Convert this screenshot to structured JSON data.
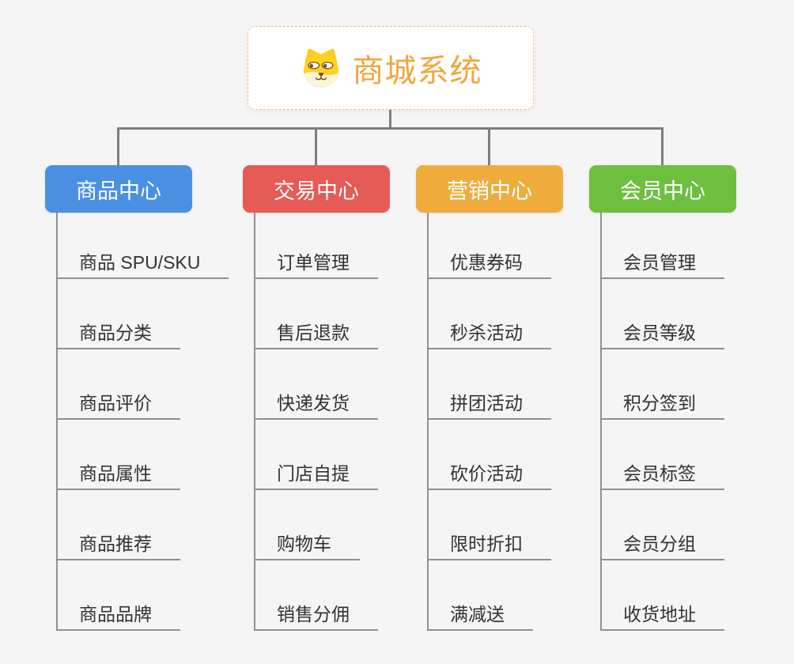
{
  "page": {
    "background": "#f5f5f6"
  },
  "root": {
    "title": "商城系统",
    "icon": "shiba-dog-icon",
    "title_color": "#f0a73c",
    "border_color": "#f3bf6d"
  },
  "connectors": {
    "trunk_color": "#7e7e7e",
    "child_line_color": "#909090"
  },
  "branches": [
    {
      "label": "商品中心",
      "color": "#4a90e2",
      "children": [
        "商品 SPU/SKU",
        "商品分类",
        "商品评价",
        "商品属性",
        "商品推荐",
        "商品品牌"
      ]
    },
    {
      "label": "交易中心",
      "color": "#e65b55",
      "children": [
        "订单管理",
        "售后退款",
        "快递发货",
        "门店自提",
        "购物车",
        "销售分佣"
      ]
    },
    {
      "label": "营销中心",
      "color": "#efac3d",
      "children": [
        "优惠券码",
        "秒杀活动",
        "拼团活动",
        "砍价活动",
        "限时折扣",
        "满减送"
      ]
    },
    {
      "label": "会员中心",
      "color": "#6ebf40",
      "children": [
        "会员管理",
        "会员等级",
        "积分签到",
        "会员标签",
        "会员分组",
        "收货地址"
      ]
    }
  ]
}
